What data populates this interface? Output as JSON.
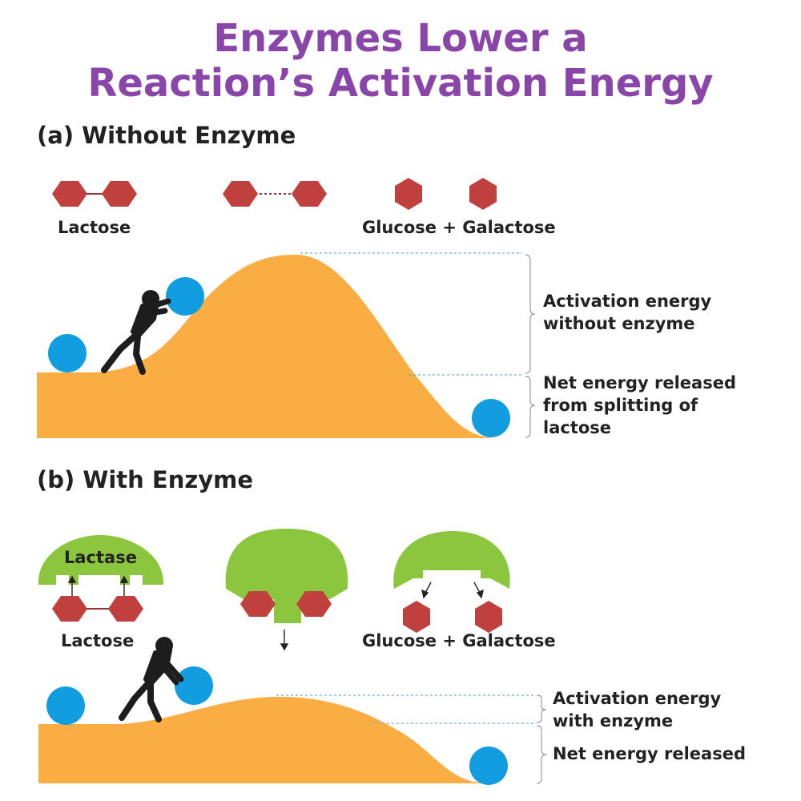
{
  "title_line1": "Enzymes Lower a",
  "title_line2": "Reaction’s Activation Energy",
  "section_a": {
    "heading": "(a) Without Enzyme",
    "lactose_label": "Lactose",
    "products_label": "Glucose + Galactose",
    "activation_note": [
      "Activation energy",
      "without enzyme"
    ],
    "net_note": [
      "Net energy released",
      "from splitting of",
      "lactose"
    ]
  },
  "section_b": {
    "heading": "(b) With Enzyme",
    "enzyme_label": "Lactase",
    "lactose_label": "Lactose",
    "products_label": "Glucose + Galactose",
    "activation_note": [
      "Activation energy",
      "with enzyme"
    ],
    "net_note": [
      "Net energy released"
    ]
  },
  "colors": {
    "title": "#8a45a8",
    "hill": "#f9ad42",
    "ball": "#119ddf",
    "molecule": "#c0403d",
    "enzyme": "#8cc63e",
    "guide": "#6fb4d6",
    "figure": "#1d1d1d"
  },
  "icons": [
    "person-pushing-icon",
    "ball-icon",
    "hexagon-molecule-icon",
    "enzyme-icon",
    "brace-icon"
  ]
}
